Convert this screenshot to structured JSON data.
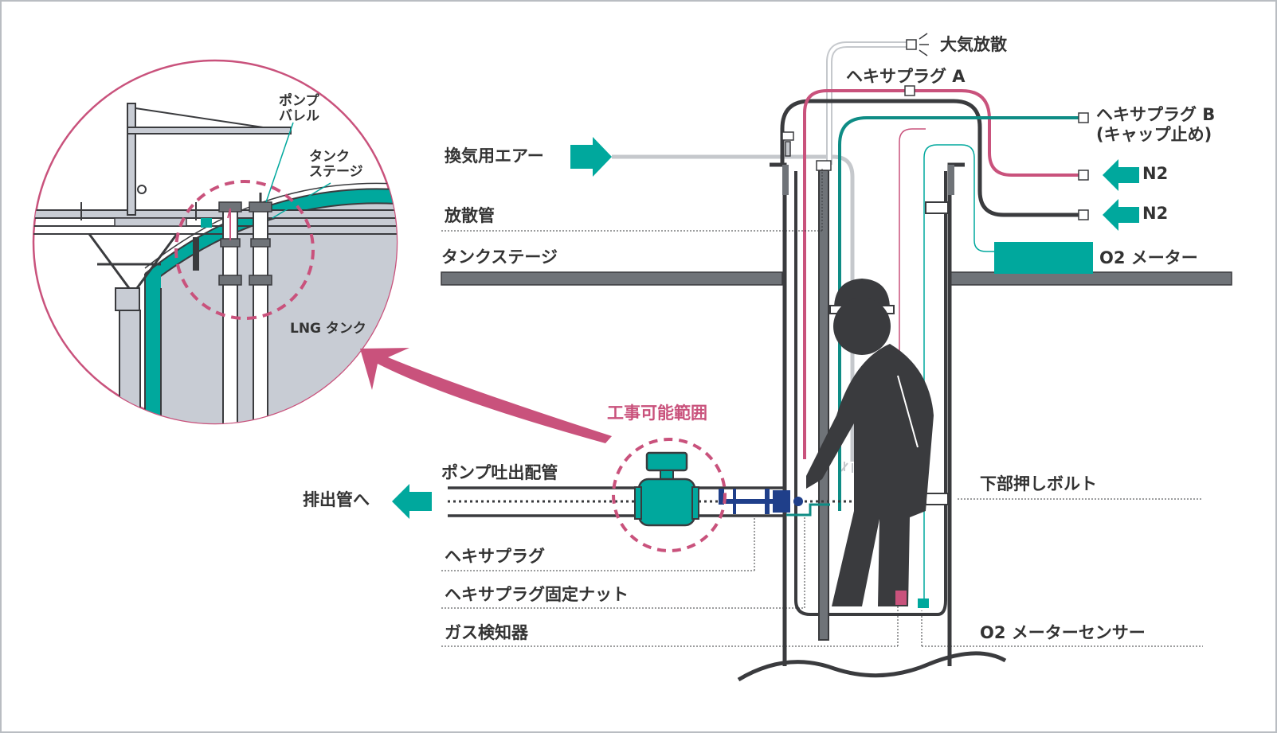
{
  "colors": {
    "dark": "#3a3b3e",
    "pink": "#c9527c",
    "teal": "#00a89d",
    "tealDark": "#0e8c85",
    "gray": "#c5c8cc",
    "tank": "#c8ccd4",
    "navy": "#1f3f8a",
    "stage": "#6f7378"
  },
  "labels": {
    "atmo_release": "大気放散",
    "hexa_plug_a": "ヘキサプラグ A",
    "hexa_plug_b": "ヘキサプラグ B",
    "hexa_plug_b_note": "(キャップ止め)",
    "ventilation_air": "換気用エアー",
    "n2_upper": "N2",
    "n2_lower": "N2",
    "vent_pipe": "放散管",
    "tank_stage": "タンクステージ",
    "o2_meter": "O2 メーター",
    "construction_range": "工事可能範囲",
    "pump_discharge_pipe": "ポンプ吐出配管",
    "to_discharge_pipe": "排出管へ",
    "lower_push_bolt": "下部押しボルト",
    "hexa_plug": "ヘキサプラグ",
    "hexa_plug_nut": "ヘキサプラグ固定ナット",
    "gas_detector": "ガス検知器",
    "o2_sensor": "O2 メーターセンサー"
  },
  "inset": {
    "pump_barrel": "ポンプ\nバレル",
    "tank_stage": "タンク\nステージ",
    "lng_tank": "LNG タンク"
  }
}
